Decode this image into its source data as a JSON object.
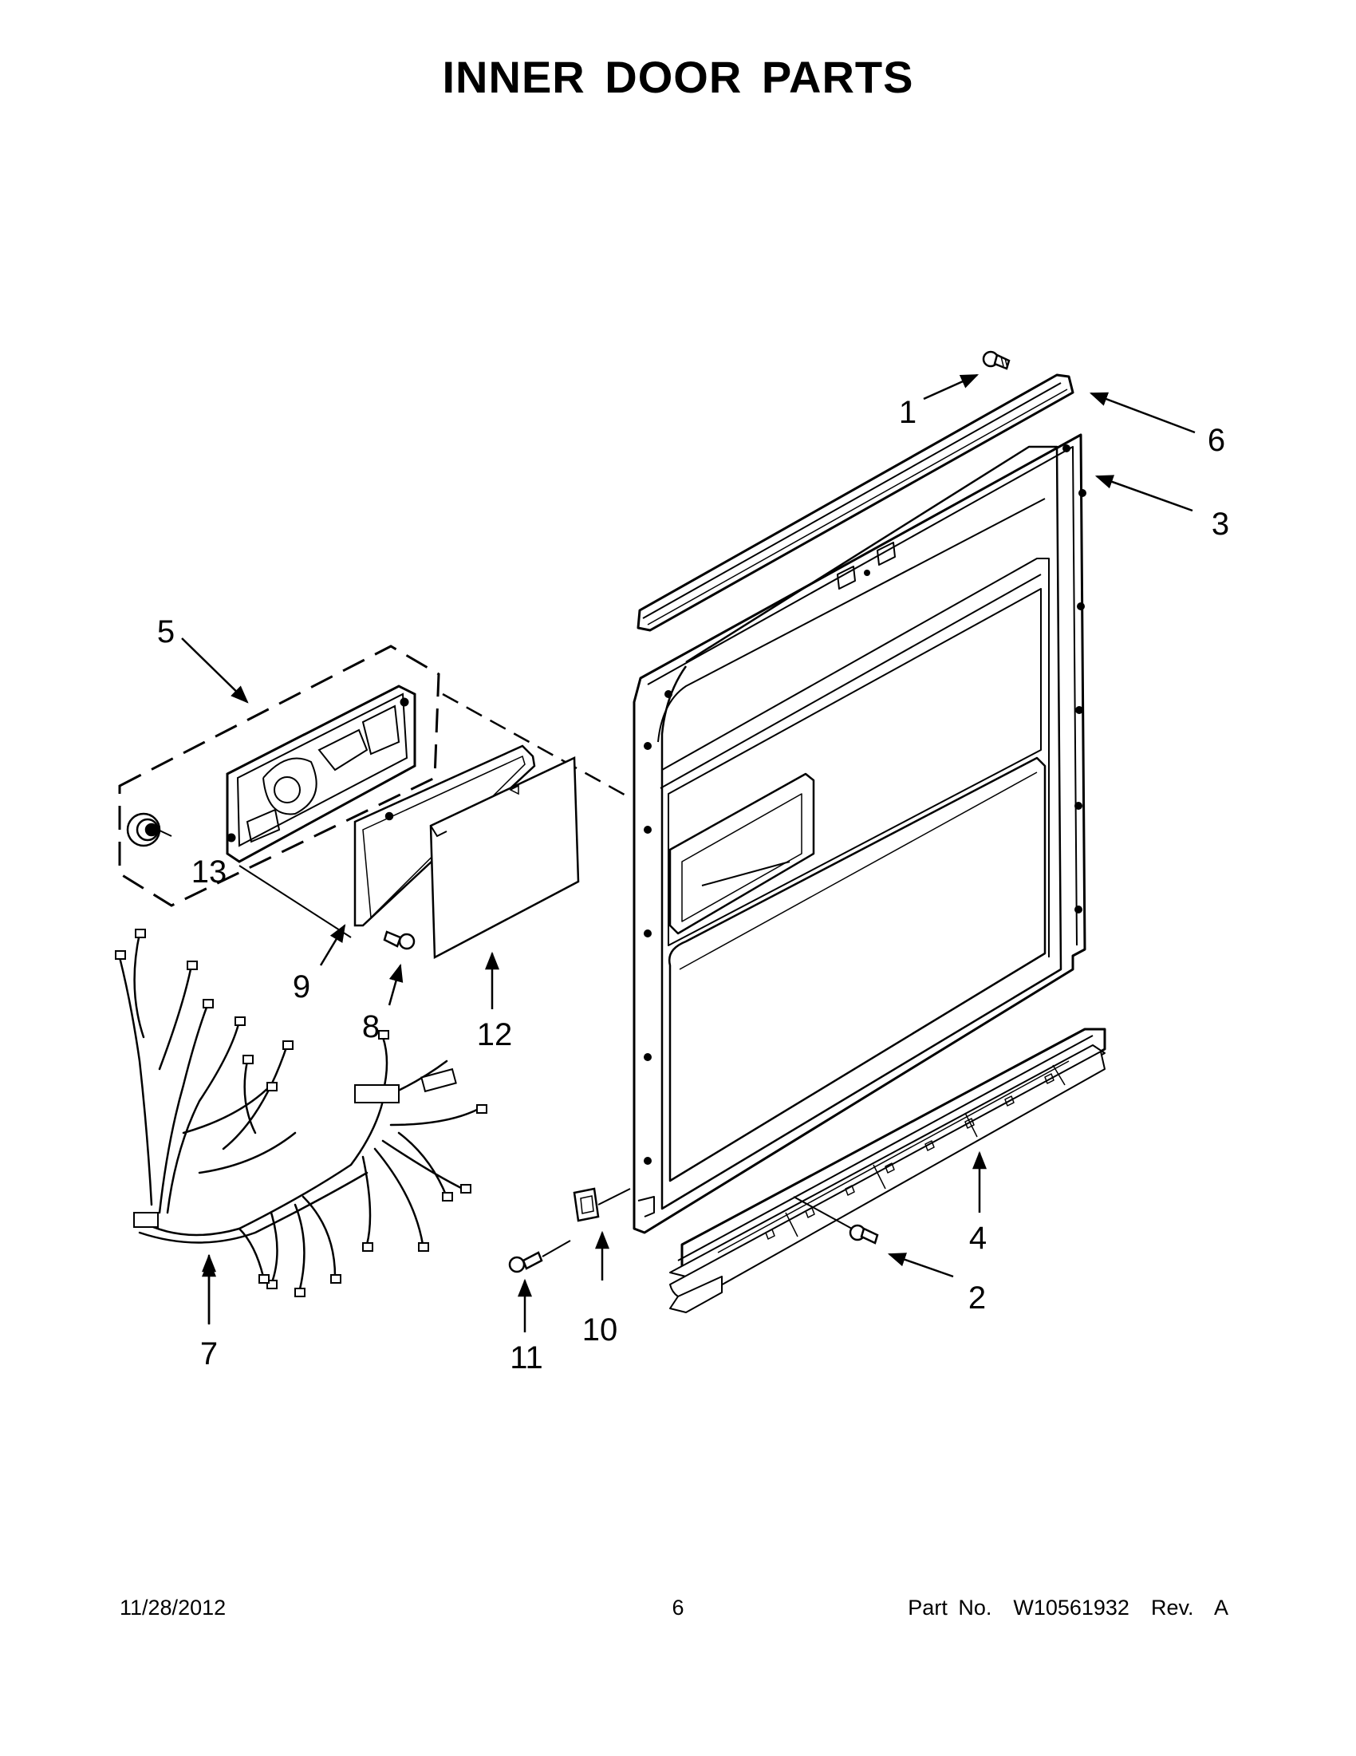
{
  "page": {
    "title": "INNER DOOR PARTS"
  },
  "callouts": {
    "c1": "1",
    "c2": "2",
    "c3": "3",
    "c4": "4",
    "c5": "5",
    "c6": "6",
    "c7": "7",
    "c8": "8",
    "c9": "9",
    "c10": "10",
    "c11": "11",
    "c12": "12",
    "c13": "13"
  },
  "footer": {
    "date": "11/28/2012",
    "page_number": "6",
    "part_number": "Part No.  W10561932  Rev.  A"
  },
  "colors": {
    "ink": "#000000",
    "paper": "#ffffff"
  }
}
